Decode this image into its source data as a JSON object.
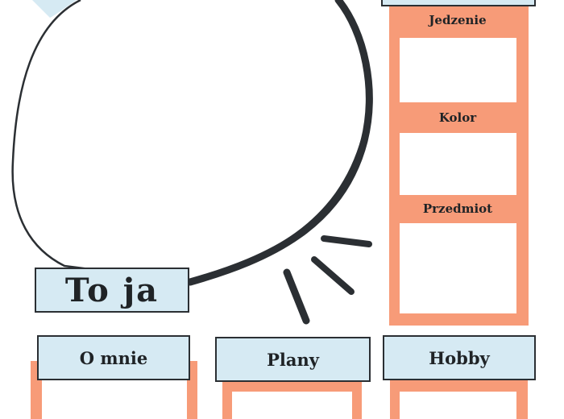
{
  "colors": {
    "accent_orange": "#f79b78",
    "label_blue": "#d6eaf3",
    "ink": "#2b2f33",
    "paper": "#ffffff"
  },
  "title": "To ja",
  "favorites": [
    "Jedzenie",
    "Kolor",
    "Przedmiot"
  ],
  "sections": [
    "O mnie",
    "Plany",
    "Hobby"
  ]
}
